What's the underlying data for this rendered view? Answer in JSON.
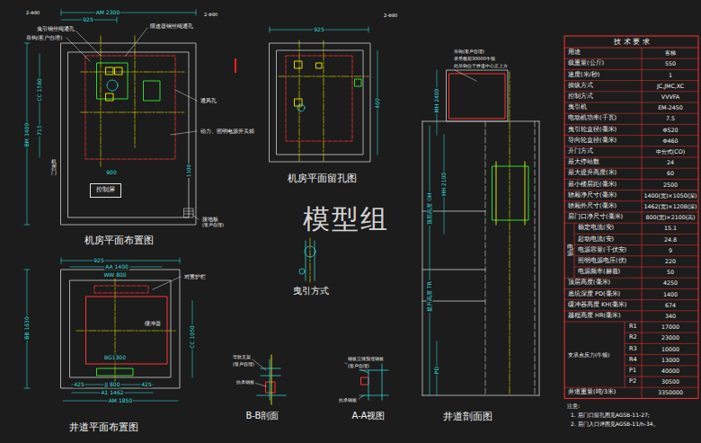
{
  "diagram": {
    "nodes": [
      {
        "text": [
          "控制屏"
        ]
      }
    ],
    "labels": [
      "AM 2300",
      "925",
      "2-Φ80",
      "曳引钢丝绳通孔",
      "吊钩(客户自理)",
      "限速器钢丝绳通孔",
      "2-Φ80",
      "通风孔",
      "动力、照明电源开关箱",
      "机房门",
      "1100",
      "900",
      "BM 3400",
      "CC 1580",
      "715",
      "接地板",
      "(客户自理)",
      "机房平面布置图",
      "2-Φ80",
      "925",
      "460",
      "机房平面留孔图",
      "曳引方式",
      "925",
      "AA 1400",
      "WW 800",
      "对重护栏",
      "缓冲器",
      "BG1300",
      "425",
      "JJ 800",
      "425",
      "A1 1462",
      "AM 1850",
      "BB 1630",
      "CC 1050",
      "井道平面布置图",
      "导轨支架",
      "(客户自理)",
      "抗承钢板",
      "B-B剖面",
      "钢板立缝预埋钢板",
      "(客户自理)",
      "抗承钢板",
      "A-A视图",
      "吊钩(客户自理)",
      "承受载荷30000牛顿",
      "此吊钩位于井道中心正上方",
      "MH 2400",
      "HH 2100",
      "顶层高度 OH",
      "提升高度 TR",
      "PD",
      "井道剖面图",
      "模型组",
      "技 术 要 求",
      "用途",
      "客梯",
      "载重量(公斤)",
      "550",
      "速度(米/秒)",
      "1",
      "操纵方式",
      "JC,JMC,XC",
      "控制方式",
      "VVVFA",
      "曳引机",
      "EM-2450",
      "电动机功率(千瓦)",
      "7.5",
      "曳引轮直径(毫米)",
      "Φ520",
      "导向轮直径(毫米)",
      "Φ460",
      "开门方式",
      "中分式(CO)",
      "最大停站数",
      "24",
      "最大提升高度(米)",
      "60",
      "最小楼层距(毫米)",
      "2500",
      "轿厢净尺寸(毫米)",
      "1400(宽)×1050(深)",
      "轿厢外尺寸(毫米)",
      "1462(宽)×1208(深)",
      "层门口净尺寸(毫米)",
      "800(宽)×2100(高)",
      "电源",
      "额定电流(安)",
      "15.1",
      "起动电流(安)",
      "24.8",
      "电源容量(千伏安)",
      "9",
      "照明电源电压(伏)",
      "220",
      "电源频率(赫兹)",
      "50",
      "顶层高度(毫米)",
      "4250",
      "底坑深度 PD(毫米)",
      "1400",
      "缓冲器高度 KH(毫米)",
      "674",
      "越程高度 HR(毫米)",
      "340",
      "支承点反力(牛顿)",
      "R1",
      "17000",
      "R2",
      "23000",
      "R3",
      "10000",
      "R4",
      "13000",
      "P1",
      "40000",
      "P2",
      "30500",
      "井道重量(吨/3米)",
      "3350000",
      "注意:",
      "1. 层门口留孔图见AGSB-11-27;",
      "2. 层门入口详图见AGSB-11/h-34。"
    ]
  }
}
